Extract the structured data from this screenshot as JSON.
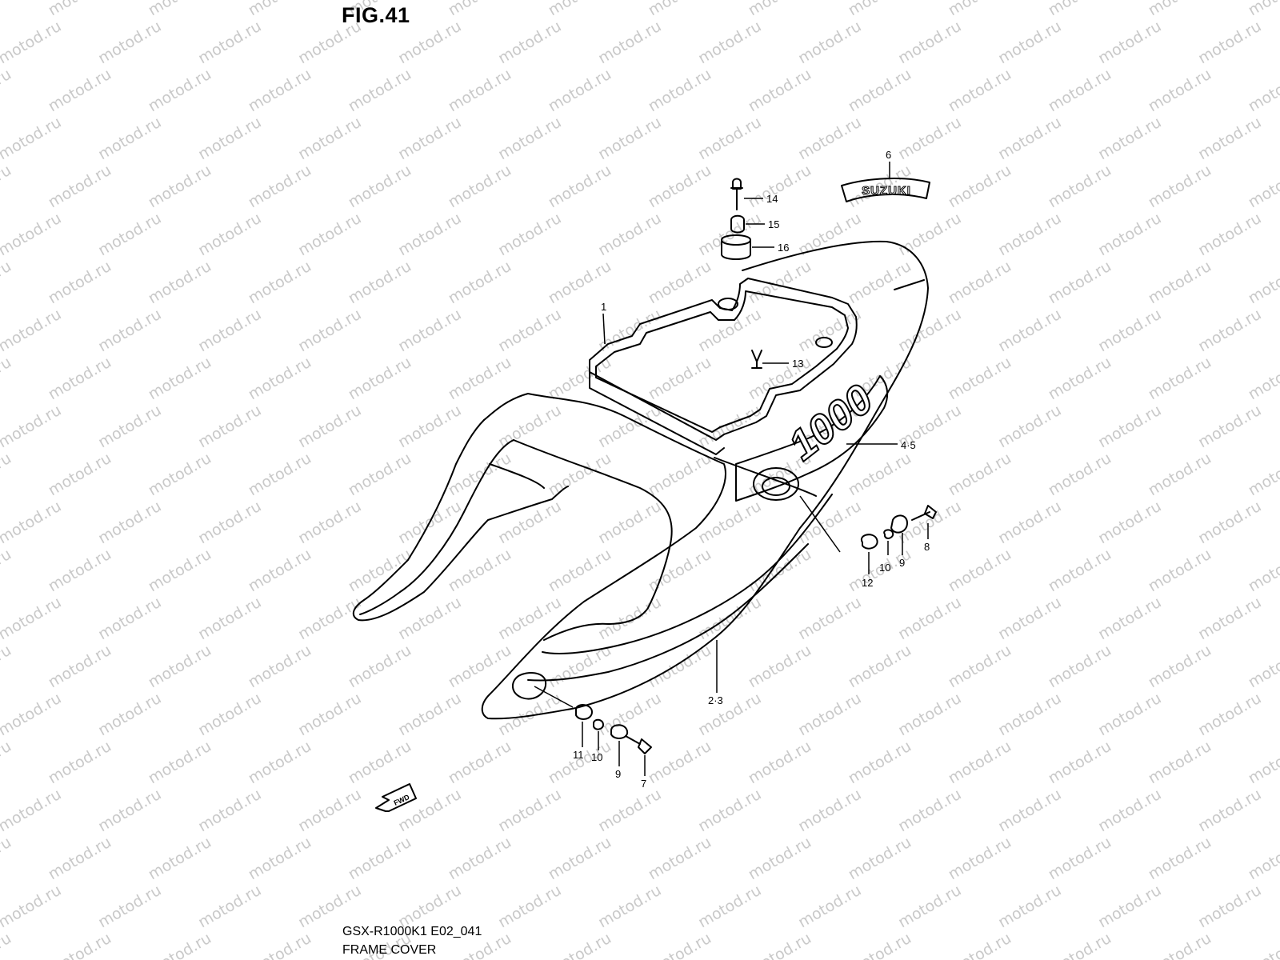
{
  "figure": {
    "title": "FIG.41",
    "model_code": "GSX-R1000K1 E02_041",
    "section_name": "FRAME COVER"
  },
  "watermark_text": "motod.ru",
  "decal_text": {
    "brand": "SUZUKI",
    "model_number": "1000",
    "direction": "FWD"
  },
  "parts": [
    {
      "ref": "1"
    },
    {
      "ref": "2·3"
    },
    {
      "ref": "4·5"
    },
    {
      "ref": "6"
    },
    {
      "ref": "7"
    },
    {
      "ref": "8"
    },
    {
      "ref": "9"
    },
    {
      "ref": "9"
    },
    {
      "ref": "10"
    },
    {
      "ref": "10"
    },
    {
      "ref": "11"
    },
    {
      "ref": "12"
    },
    {
      "ref": "13"
    },
    {
      "ref": "14"
    },
    {
      "ref": "15"
    },
    {
      "ref": "16"
    }
  ],
  "colors": {
    "line": "#000000",
    "watermark": "#c9c9c9",
    "background": "#ffffff"
  }
}
